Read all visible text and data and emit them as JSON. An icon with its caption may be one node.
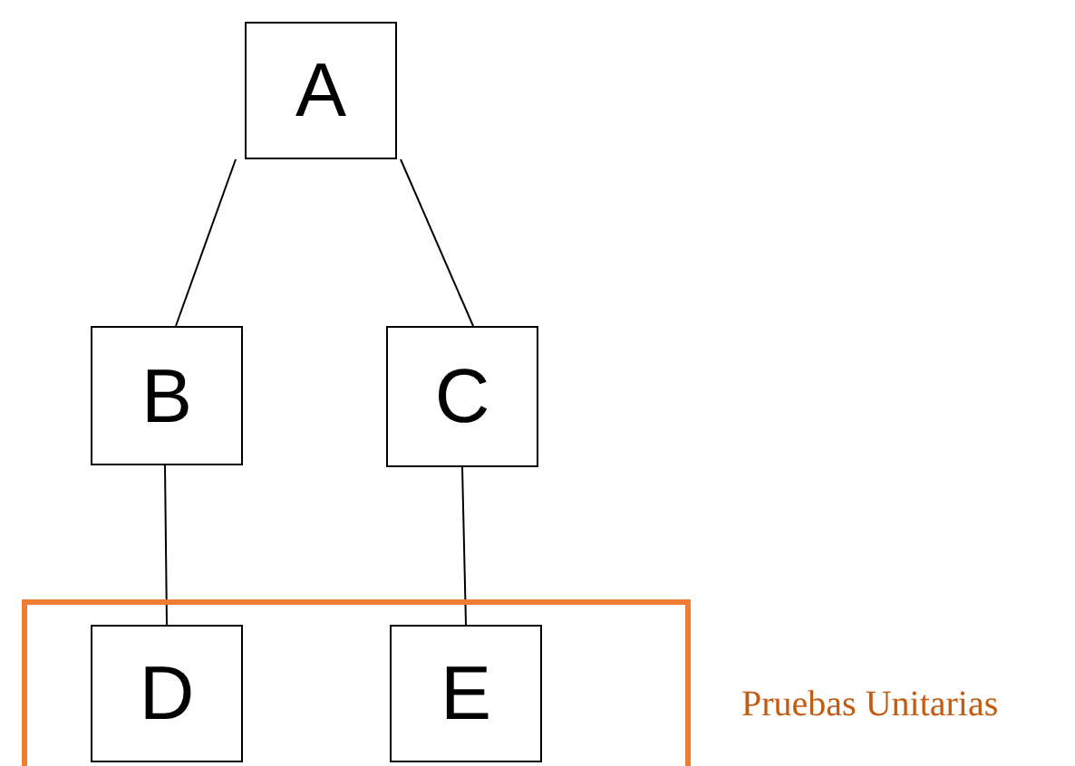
{
  "diagram": {
    "nodes": [
      {
        "text": [
          "A"
        ]
      },
      {
        "text": [
          "B"
        ]
      },
      {
        "text": [
          "C"
        ]
      },
      {
        "text": [
          "Pruebas Unitarias"
        ]
      },
      {
        "text": [
          "D"
        ],
        "in": 3
      },
      {
        "text": [
          "E"
        ],
        "in": 3
      }
    ],
    "edges": [
      {
        "from": 0,
        "to": 1,
        "arrow": "none"
      },
      {
        "from": 0,
        "to": 2,
        "arrow": "none"
      },
      {
        "from": 1,
        "to": 4,
        "arrow": "none"
      },
      {
        "from": 2,
        "to": 5,
        "arrow": "none"
      }
    ]
  }
}
